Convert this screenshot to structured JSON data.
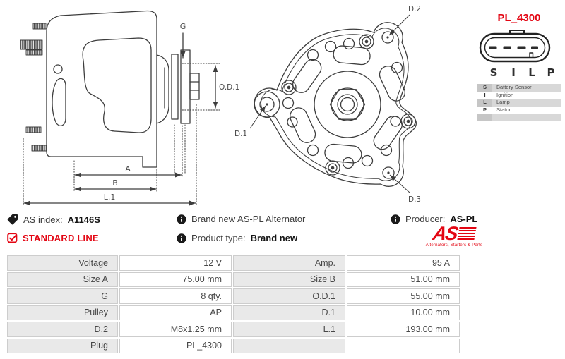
{
  "colors": {
    "brand_red": "#e30613",
    "line": "#3d3d3d",
    "table_label_bg": "#e9e9e9",
    "table_border": "#cdcdcd",
    "legend_gray_dark": "#c6c6c6",
    "legend_gray_light": "#d8d8d8"
  },
  "drawing": {
    "labels": {
      "g": "G",
      "od1": "O.D.1",
      "a": "A",
      "b": "B",
      "l1": "L.1",
      "d1": "D.1",
      "d2": "D.2",
      "d3": "D.3"
    }
  },
  "connector": {
    "code": "PL_4300",
    "pin_letters": [
      "S",
      "I",
      "L",
      "P"
    ],
    "legend": [
      {
        "pin": "S",
        "desc": "Battery Sensor"
      },
      {
        "pin": "I",
        "desc": "Ignition"
      },
      {
        "pin": "L",
        "desc": "Lamp"
      },
      {
        "pin": "P",
        "desc": "Stator"
      },
      {
        "pin": "",
        "desc": ""
      }
    ]
  },
  "info": {
    "as_index_label": "AS index:",
    "as_index_value": "A1146S",
    "standard_line": "STANDARD LINE",
    "brand_new_text": "Brand new AS-PL Alternator",
    "product_type_label": "Product type:",
    "product_type_value": "Brand new",
    "producer_label": "Producer:",
    "producer_value": "AS-PL",
    "logo_text": "AS",
    "logo_tagline": "Alternators, Starters & Parts"
  },
  "specs": {
    "rows": [
      [
        "Voltage",
        "12 V",
        "Amp.",
        "95 A"
      ],
      [
        "Size A",
        "75.00 mm",
        "Size B",
        "51.00 mm"
      ],
      [
        "G",
        "8 qty.",
        "O.D.1",
        "55.00 mm"
      ],
      [
        "Pulley",
        "AP",
        "D.1",
        "10.00 mm"
      ],
      [
        "D.2",
        "M8x1.25 mm",
        "L.1",
        "193.00 mm"
      ],
      [
        "Plug",
        "PL_4300",
        "",
        ""
      ]
    ]
  }
}
